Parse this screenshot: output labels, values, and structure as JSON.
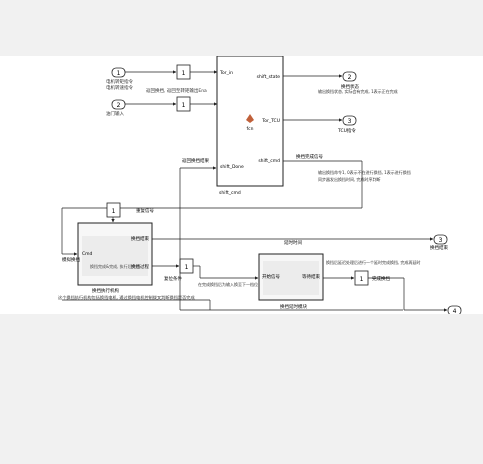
{
  "ports_in": [
    {
      "num": "1",
      "label1": "电机转矩指令",
      "label2": "电机转速指令"
    },
    {
      "num": "2",
      "label1": "油门输入",
      "label2": ""
    }
  ],
  "ports_out": [
    {
      "num": "2",
      "label": "换挡状态"
    },
    {
      "num": "3",
      "label": "TCU指令"
    },
    {
      "num": "3",
      "label": "换挡结束"
    },
    {
      "num": "4",
      "label": ""
    }
  ],
  "main_block": {
    "in_ports": [
      "Tor_in",
      "shift_Done"
    ],
    "out_ports": [
      "shift_state",
      "Tor_TCU",
      "shift_cmd"
    ],
    "center_label": "fcn",
    "caption": "shift_cmd"
  },
  "sub_blocks": {
    "left": {
      "in_port": "Cmd",
      "out_ports": [
        "换挡结束",
        "换挡过程"
      ],
      "inner_text": "换挡完成&完成, 执行后完成",
      "caption": "换挡执行机构"
    },
    "right": {
      "in_ports": [
        "开始信号"
      ],
      "out_ports": [
        "等待结束"
      ],
      "caption": "换挡延时模块"
    }
  },
  "annotations": {
    "done_signal": "返回换挡, 返回至转矩输出Ena",
    "shift_done": "换挡完成信号",
    "status_note": "输出换挡状态, 实际会有完成, 1表示正在完成",
    "cmd_note1": "输出换挡命令1, 0表示不在进行换挡, 1表示进行换挡",
    "cmd_note2": "同步器发出换挡时间, 完成时序判断",
    "feedback_label": "返回换挡结果",
    "reset_label": "重复信号",
    "wait_label": "复位条件",
    "sim_signal": "模拟换挡",
    "exec_note": "这个换挡执行机构包括换挡电机, 通过换挡电机控制拨叉判断换挡是否完成",
    "delay_note": "在完成换挡后为输入换至下一档位",
    "delay_note2": "换挡后延迟处理后进行一个延时完成换挡, 完成再延时",
    "gain_a": "1",
    "gain_b": "1",
    "gain_c": "1",
    "const_c": "1",
    "gain_d": "1",
    "sat_label": "完成换挡",
    "timer_label": "延时时间"
  }
}
